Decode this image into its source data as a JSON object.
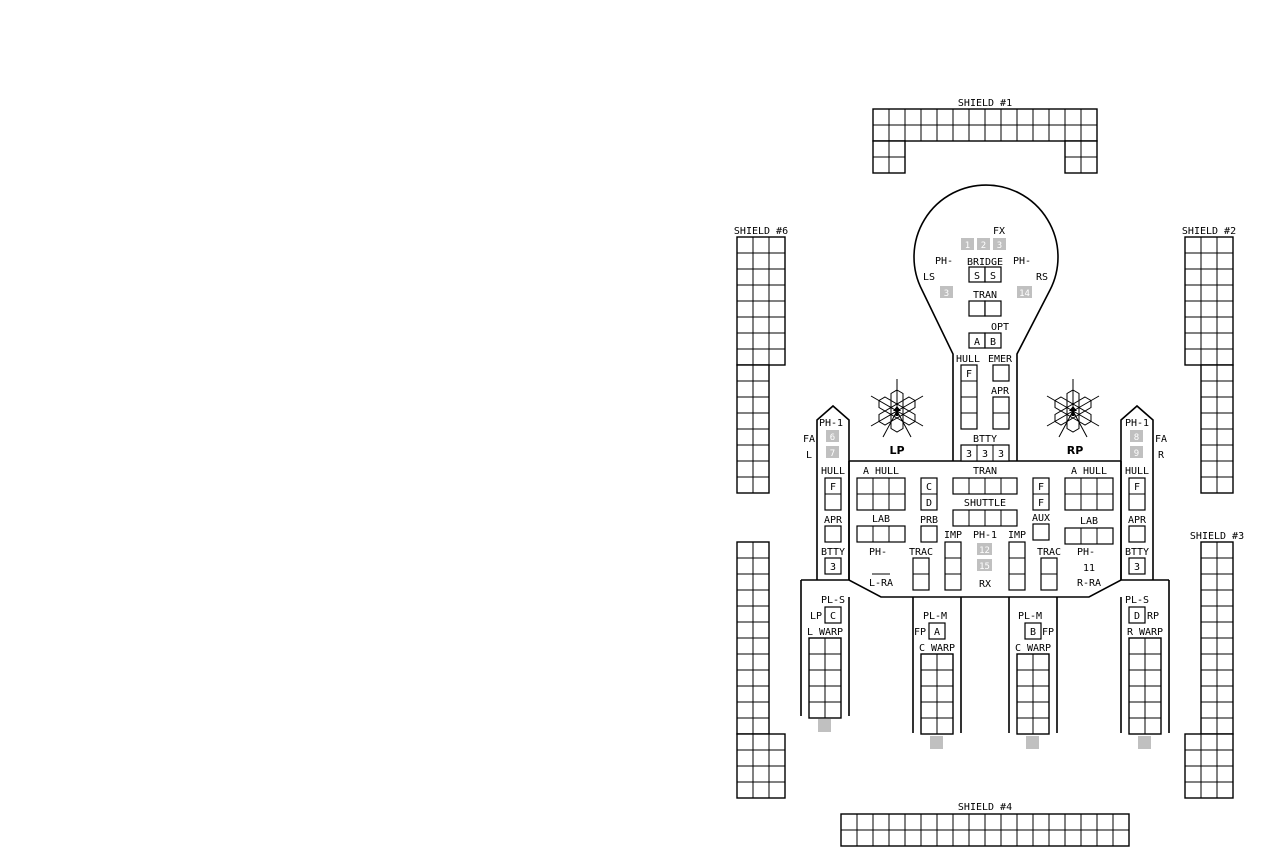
{
  "shields": [
    {
      "label": "SHIELD  #1"
    },
    {
      "label": "SHIELD  #2"
    },
    {
      "label": "SHIELD  #3"
    },
    {
      "label": "SHIELD  #4"
    },
    {
      "label": "SHIELD  #6"
    }
  ],
  "saucer": {
    "fx": "FX",
    "ph_left": "PH-",
    "ph_right": "PH-",
    "ls": "LS",
    "rs": "RS",
    "bridge": "BRIDGE",
    "bridge_cells": [
      "S",
      "S"
    ],
    "tran": "TRAN",
    "opt": "OPT",
    "opt_cells": [
      "A",
      "B"
    ],
    "phaser_numbers": [
      "1",
      "2",
      "3",
      "3",
      "14"
    ]
  },
  "neck": {
    "hull": "HULL",
    "hull_cell": "F",
    "emer": "EMER",
    "apr": "APR",
    "btty": "BTTY",
    "btty_cells": [
      "3",
      "3",
      "3"
    ]
  },
  "drones": {
    "left": "LP",
    "right": "RP"
  },
  "pods": {
    "left": {
      "ph1": "PH-1",
      "fa": "FA",
      "side": "L",
      "numbers": [
        "6",
        "7"
      ],
      "hull": "HULL",
      "hull_cell": "F",
      "apr": "APR",
      "btty": "BTTY",
      "btty_cell": "3"
    },
    "right": {
      "ph1": "PH-1",
      "fa": "FA",
      "side": "R",
      "numbers": [
        "8",
        "9"
      ],
      "hull": "HULL",
      "hull_cell": "F",
      "apr": "APR",
      "btty": "BTTY",
      "btty_cell": "3"
    }
  },
  "hull": {
    "a_hull_left": "A  HULL",
    "a_hull_right": "A  HULL",
    "lab_left": "LAB",
    "lab_right": "LAB",
    "cd": [
      "C",
      "D"
    ],
    "ff": [
      "F",
      "F"
    ],
    "tran": "TRAN",
    "shuttle": "SHUTTLE",
    "prb": "PRB",
    "aux": "AUX",
    "imp_left": "IMP",
    "imp_right": "IMP",
    "ph1": "PH-1",
    "ph1_numbers": [
      "12",
      "15"
    ],
    "rx": "RX",
    "trac_left": "TRAC",
    "trac_right": "TRAC",
    "ph_left": "PH-",
    "ph_right": "PH-",
    "ph_right_num": "11",
    "l_ra": "L-RA",
    "r_ra": "R-RA"
  },
  "engines": {
    "left_outer": {
      "pl": "PL-S",
      "port": "LP",
      "cell": "C",
      "warp": "L  WARP"
    },
    "left_inner": {
      "pl": "PL-M",
      "port": "FP",
      "cell": "A",
      "warp": "C  WARP"
    },
    "right_inner": {
      "pl": "PL-M",
      "port": "FP",
      "cell": "B",
      "warp": "C  WARP"
    },
    "right_outer": {
      "pl": "PL-S",
      "port": "RP",
      "cell": "D",
      "warp": "R  WARP"
    }
  }
}
